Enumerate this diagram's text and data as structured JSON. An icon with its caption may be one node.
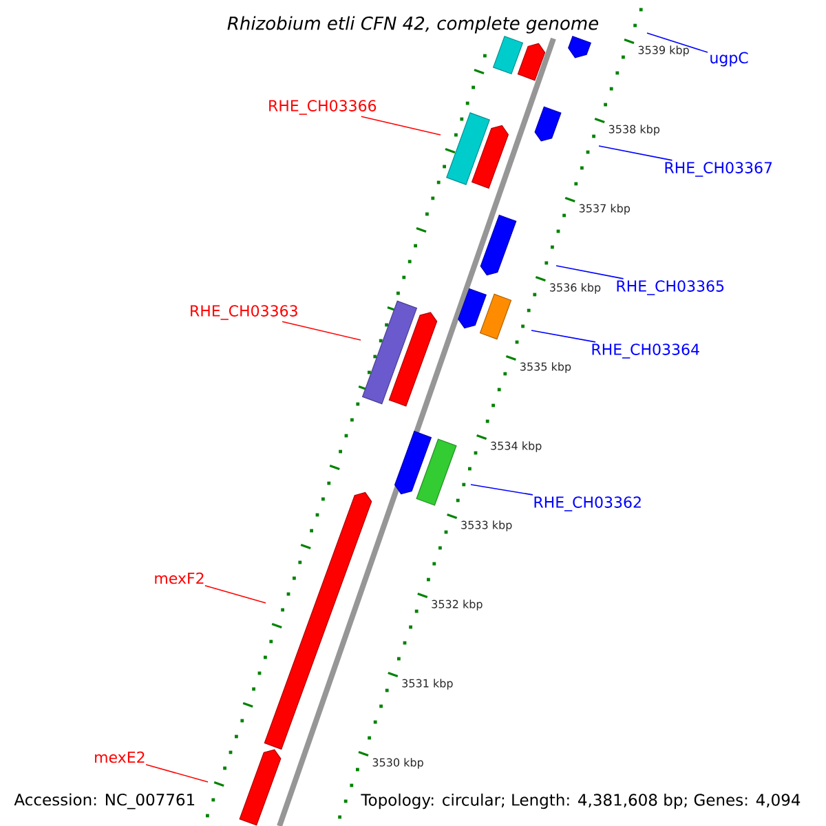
{
  "diagram": {
    "title": "Rhizobium etli CFN 42, complete genome",
    "nodes": [
      {
        "text": [],
        "shape": "bar"
      },
      {
        "text": [],
        "shape": "bar"
      },
      {
        "text": [],
        "shape": "bar"
      },
      {
        "text": [],
        "shape": "bar"
      },
      {
        "text": [],
        "shape": "bar"
      },
      {
        "text": [],
        "shape": "bar"
      },
      {
        "text": [],
        "shape": "bar"
      },
      {
        "text": [],
        "shape": "bar"
      },
      {
        "text": [],
        "shape": "bar"
      },
      {
        "text": [],
        "shape": "bar"
      },
      {
        "text": [],
        "shape": "bar"
      },
      {
        "text": [],
        "shape": "bar"
      },
      {
        "text": [],
        "shape": "bar"
      },
      {
        "text": [],
        "shape": "bar"
      },
      {
        "text": [],
        "shape": "bar"
      },
      {
        "text": [
          "ugpC"
        ]
      },
      {
        "text": [
          "RHE_CH03366"
        ]
      },
      {
        "text": [
          "RHE_CH03367"
        ]
      },
      {
        "text": [
          "RHE_CH03365"
        ]
      },
      {
        "text": [
          "RHE_CH03363"
        ]
      },
      {
        "text": [
          "RHE_CH03364"
        ]
      },
      {
        "text": [
          "RHE_CH03362"
        ]
      },
      {
        "text": [
          "mexF2"
        ]
      },
      {
        "text": [
          "mexE2"
        ]
      }
    ],
    "edges": [
      {
        "from": 15,
        "to": null,
        "arrow": "none"
      },
      {
        "from": 16,
        "to": null,
        "arrow": "none",
        "color": "#ff0000"
      },
      {
        "from": 17,
        "to": null,
        "arrow": "none"
      },
      {
        "from": 18,
        "to": null,
        "arrow": "none"
      },
      {
        "from": 19,
        "to": null,
        "arrow": "none",
        "color": "#ff0000"
      },
      {
        "from": 20,
        "to": null,
        "arrow": "none"
      },
      {
        "from": 21,
        "to": null,
        "arrow": "none"
      },
      {
        "from": 22,
        "to": null,
        "arrow": "none",
        "color": "#ff0000"
      },
      {
        "from": 23,
        "to": null,
        "arrow": "none",
        "color": "#ff0000"
      }
    ],
    "labels": [
      "3539 kbp",
      "3538 kbp",
      "3537 kbp",
      "3536 kbp",
      "3535 kbp",
      "3534 kbp",
      "3533 kbp",
      "3532 kbp",
      "3531 kbp",
      "3530 kbp",
      "Accession: NC_007761",
      "Topology: circular; Length: 4,381,608 bp; Genes: 4,094"
    ]
  }
}
